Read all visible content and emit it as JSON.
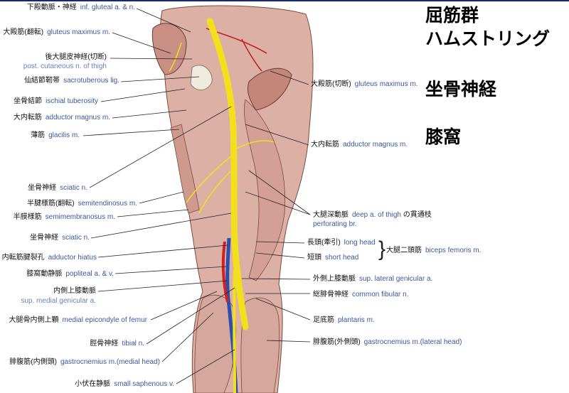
{
  "titles": [
    "屈筋群",
    "ハムストリング",
    "坐骨神経",
    "膝窩"
  ],
  "left_labels": [
    {
      "ja": "下殿動脈・神経",
      "en": "inf. gluteal a. & n."
    },
    {
      "ja": "大殿筋(翻転)",
      "en": "gluteus maximus m."
    },
    {
      "ja": "後大腿皮神経(切断)",
      "en": "post. cutaneous n. of thigh"
    },
    {
      "ja": "仙結節靭帯",
      "en": "sacrotuberous lig."
    },
    {
      "ja": "坐骨結節",
      "en": "ischial tuberosity"
    },
    {
      "ja": "大内転筋",
      "en": "adductor magnus m."
    },
    {
      "ja": "薄筋",
      "en": "glacilis m."
    },
    {
      "ja": "坐骨神経",
      "en": "sciatic n."
    },
    {
      "ja": "半腱様筋(翻転)",
      "en": "semitendinosus m."
    },
    {
      "ja": "半膜様筋",
      "en": "semimembranosus m."
    },
    {
      "ja": "坐骨神経",
      "en": "sciatic n."
    },
    {
      "ja": "内転筋腱裂孔",
      "en": "adductor hiatus"
    },
    {
      "ja": "膝窩動静脈",
      "en": "popliteal a. & v."
    },
    {
      "ja": "内側上膝動脈",
      "en": "sup. medial genicular a."
    },
    {
      "ja": "大腿骨内側上顆",
      "en": "medial epicondyle of femur"
    },
    {
      "ja": "脛骨神経",
      "en": "tibial n."
    },
    {
      "ja": "腓腹筋(内側頭)",
      "en": "gastrocnemius m.(medial head)"
    },
    {
      "ja": "小伏在静脈",
      "en": "small saphenous v."
    }
  ],
  "right_labels": [
    {
      "ja": "大殿筋(切断)",
      "en": "gluteus maximus m."
    },
    {
      "ja": "大内転筋",
      "en": "adductor magnus m."
    },
    {
      "ja": "大腿深動脈",
      "en": "deep a. of thigh",
      "ja2": "の貫通枝",
      "en2": "perforating br."
    },
    {
      "ja": "長頭(牽引)",
      "en": "long head"
    },
    {
      "ja": "短頭",
      "en": "short head"
    },
    {
      "ja": "大腿二頭筋",
      "en": "biceps femoris m."
    },
    {
      "ja": "外側上膝動脈",
      "en": "sup. lateral genicular a."
    },
    {
      "ja": "総腓骨神経",
      "en": "common fibular n."
    },
    {
      "ja": "足底筋",
      "en": "plantaris m."
    },
    {
      "ja": "腓腹筋(外側頭)",
      "en": "gastrocnemius m.(lateral head)"
    }
  ],
  "colors": {
    "muscle": "#d9aea3",
    "nerve": "#f2e01c",
    "artery": "#d02020",
    "vein": "#2a4fb0",
    "en_text": "#3a5a9a"
  }
}
